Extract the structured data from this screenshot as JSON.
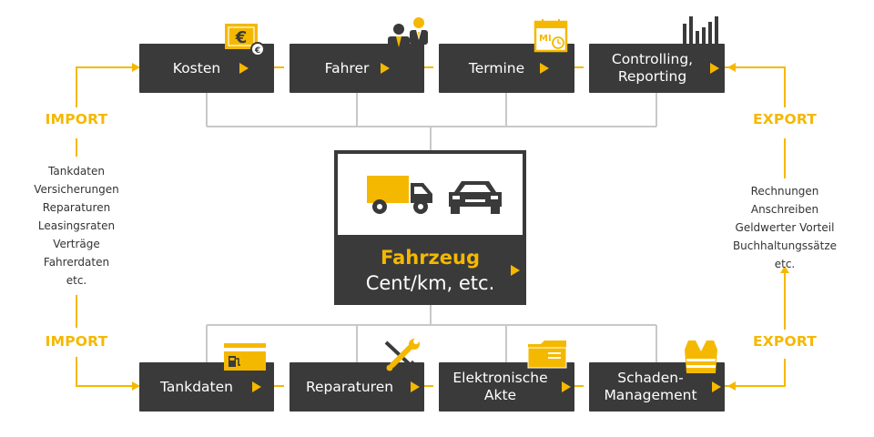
{
  "colors": {
    "accent": "#f5b800",
    "box": "#3a3a3a",
    "connector": "#c8c8c8"
  },
  "top_boxes": [
    {
      "id": "kosten",
      "label": "Kosten",
      "icon": "euro-coin-icon"
    },
    {
      "id": "fahrer",
      "label": "Fahrer",
      "icon": "drivers-icon"
    },
    {
      "id": "termine",
      "label": "Termine",
      "icon": "calendar-icon",
      "icon_text": "MI"
    },
    {
      "id": "controlling",
      "label": "Controlling,\nReporting",
      "icon": "bar-chart-icon"
    }
  ],
  "bottom_boxes": [
    {
      "id": "tankdaten",
      "label": "Tankdaten",
      "icon": "fuel-card-icon"
    },
    {
      "id": "reparaturen",
      "label": "Reparaturen",
      "icon": "wrench-screwdriver-icon"
    },
    {
      "id": "akte",
      "label": "Elektronische\nAkte",
      "icon": "folder-icon"
    },
    {
      "id": "schaden",
      "label": "Schaden-\nManagement",
      "icon": "safety-vest-icon"
    }
  ],
  "center": {
    "title": "Fahrzeug",
    "subtitle": "Cent/km, etc.",
    "icons": [
      "truck-icon",
      "car-icon"
    ]
  },
  "left": {
    "title_top": "IMPORT",
    "title_bottom": "IMPORT",
    "items": [
      "Tankdaten",
      "Versicherungen",
      "Reparaturen",
      "Leasingsraten",
      "Verträge",
      "Fahrerdaten",
      "etc."
    ]
  },
  "right": {
    "title_top": "EXPORT",
    "title_bottom": "EXPORT",
    "items": [
      "Rechnungen",
      "Anschreiben",
      "Geldwerter Vorteil",
      "Buchhaltungssätze",
      "etc."
    ]
  }
}
